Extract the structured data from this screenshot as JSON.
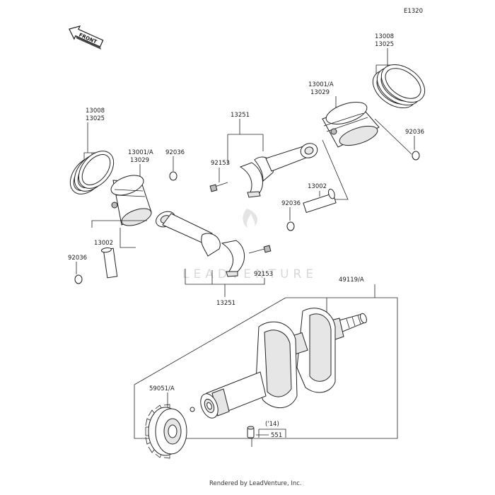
{
  "diagram_code": "E1320",
  "front_label": "FRONT",
  "watermark": "LEADVENTURE",
  "footer": "Rendered by LeadVenture, Inc.",
  "labels": {
    "ring_set_left_a": "13008",
    "ring_set_left_b": "13025",
    "piston_left_a": "13001/A",
    "piston_left_b": "13029",
    "circlip_left_top": "92036",
    "pin_left": "13002",
    "circlip_left_bottom": "92036",
    "conrod_group_top": "13251",
    "bolt_top": "92153",
    "piston_right_a": "13001/A",
    "piston_right_b": "13029",
    "ring_set_right_a": "13008",
    "ring_set_right_b": "13025",
    "circlip_right": "92036",
    "pin_right": "13002",
    "circlip_middle": "92036",
    "bolt_bottom": "92153",
    "conrod_group_bottom": "13251",
    "crankshaft": "49119/A",
    "gear": "59051/A",
    "year_note": "('14)",
    "key": "551"
  }
}
